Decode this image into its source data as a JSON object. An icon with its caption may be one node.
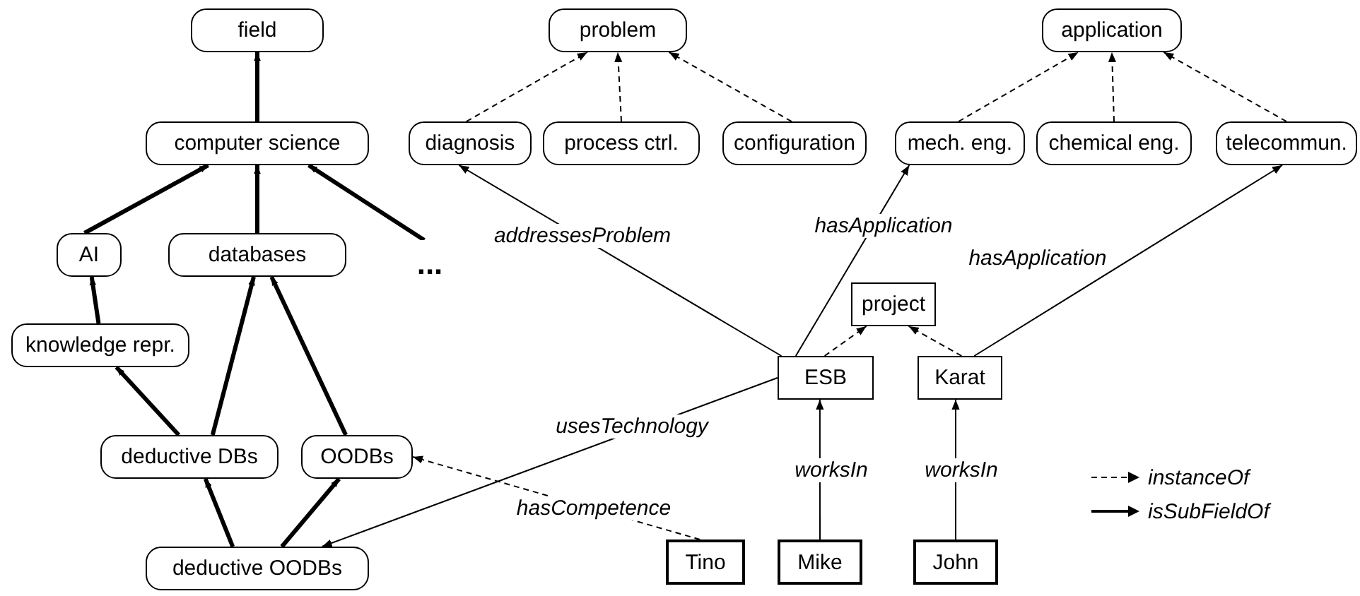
{
  "diagram": {
    "nodes": [
      {
        "text": [
          "field"
        ]
      },
      {
        "text": [
          "problem"
        ]
      },
      {
        "text": [
          "application"
        ]
      },
      {
        "text": [
          "computer science"
        ]
      },
      {
        "text": [
          "diagnosis"
        ]
      },
      {
        "text": [
          "process ctrl."
        ]
      },
      {
        "text": [
          "configuration"
        ]
      },
      {
        "text": [
          "mech. eng."
        ]
      },
      {
        "text": [
          "chemical eng."
        ]
      },
      {
        "text": [
          "telecommun."
        ]
      },
      {
        "text": [
          "AI"
        ]
      },
      {
        "text": [
          "databases"
        ]
      },
      {
        "text": [
          "..."
        ]
      },
      {
        "text": [
          "project"
        ]
      },
      {
        "text": [
          "knowledge repr."
        ]
      },
      {
        "text": [
          "ESB"
        ]
      },
      {
        "text": [
          "Karat"
        ]
      },
      {
        "text": [
          "deductive DBs"
        ]
      },
      {
        "text": [
          "OODBs"
        ]
      },
      {
        "text": [
          "deductive OODBs"
        ]
      },
      {
        "text": [
          "Tino"
        ]
      },
      {
        "text": [
          "Mike"
        ]
      },
      {
        "text": [
          "John"
        ]
      }
    ],
    "edges": [
      {
        "from": 3,
        "to": 0,
        "arrow": "to",
        "style": "thick"
      },
      {
        "from": 4,
        "to": 1,
        "arrow": "to",
        "style": "dashed"
      },
      {
        "from": 5,
        "to": 1,
        "arrow": "to",
        "style": "dashed"
      },
      {
        "from": 6,
        "to": 1,
        "arrow": "to",
        "style": "dashed"
      },
      {
        "from": 7,
        "to": 2,
        "arrow": "to",
        "style": "dashed"
      },
      {
        "from": 8,
        "to": 2,
        "arrow": "to",
        "style": "dashed"
      },
      {
        "from": 9,
        "to": 2,
        "arrow": "to",
        "style": "dashed"
      },
      {
        "from": 10,
        "to": 3,
        "arrow": "to",
        "style": "thick"
      },
      {
        "from": 11,
        "to": 3,
        "arrow": "to",
        "style": "thick"
      },
      {
        "from": 12,
        "to": 3,
        "arrow": "to",
        "style": "thick"
      },
      {
        "from": 14,
        "to": 10,
        "arrow": "to",
        "style": "thick"
      },
      {
        "from": 15,
        "to": 4,
        "arrow": "to",
        "label": "addressesProblem"
      },
      {
        "from": 15,
        "to": 7,
        "arrow": "to",
        "label": "hasApplication"
      },
      {
        "from": 16,
        "to": 9,
        "arrow": "to",
        "label": "hasApplication"
      },
      {
        "from": 15,
        "to": 13,
        "arrow": "to",
        "style": "dashed"
      },
      {
        "from": 16,
        "to": 13,
        "arrow": "to",
        "style": "dashed"
      },
      {
        "from": 17,
        "to": 14,
        "arrow": "to",
        "style": "thick"
      },
      {
        "from": 17,
        "to": 11,
        "arrow": "to",
        "style": "thick"
      },
      {
        "from": 18,
        "to": 11,
        "arrow": "to",
        "style": "thick"
      },
      {
        "from": 15,
        "to": 19,
        "arrow": "to",
        "label": "usesTechnology"
      },
      {
        "from": 20,
        "to": 18,
        "arrow": "to",
        "label": "hasCompetence",
        "style": "dashed"
      },
      {
        "from": 19,
        "to": 17,
        "arrow": "to",
        "style": "thick"
      },
      {
        "from": 19,
        "to": 18,
        "arrow": "to",
        "style": "thick"
      },
      {
        "from": 21,
        "to": 15,
        "arrow": "to",
        "label": "worksIn"
      },
      {
        "from": 22,
        "to": 16,
        "arrow": "to",
        "label": "worksIn"
      }
    ],
    "legend": [
      {
        "text": "instanceOf"
      },
      {
        "text": "isSubFieldOf"
      }
    ]
  }
}
